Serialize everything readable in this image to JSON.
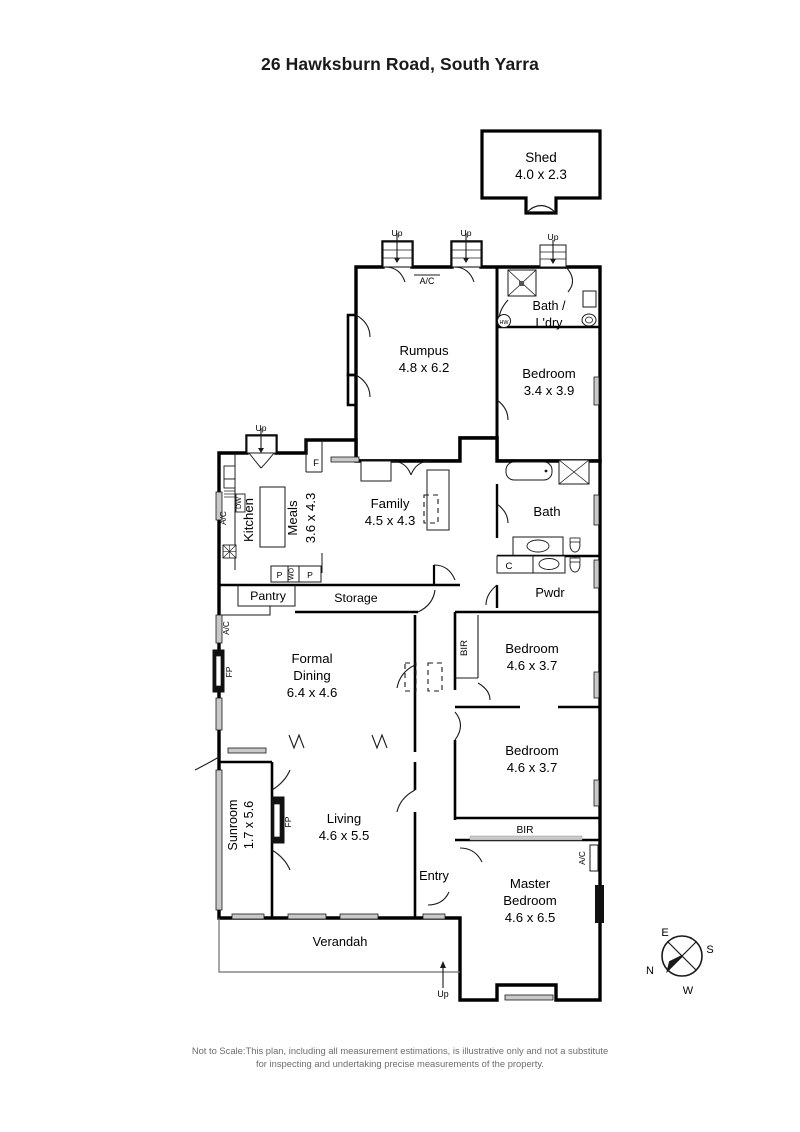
{
  "title": "26 Hawksburn Road, South Yarra",
  "footer": {
    "line1": "Not to Scale:This plan, including all measurement estimations, is illustrative only and not a substitute",
    "line2": "for inspecting and undertaking precise measurements of the property."
  },
  "rooms": [
    {
      "key": "shed",
      "name": "Shed",
      "dims": "4.0 x 2.3",
      "orientation": "horizontal"
    },
    {
      "key": "rumpus",
      "name": "Rumpus",
      "dims": "4.8 x 6.2",
      "orientation": "horizontal"
    },
    {
      "key": "bath_ldry",
      "name_line1": "Bath /",
      "name_line2": "L'dry",
      "dims": "",
      "orientation": "horizontal"
    },
    {
      "key": "bedroom_rear",
      "name": "Bedroom",
      "dims": "3.4 x 3.9",
      "orientation": "horizontal"
    },
    {
      "key": "bath",
      "name": "Bath",
      "dims": "",
      "orientation": "horizontal"
    },
    {
      "key": "pwdr",
      "name": "Pwdr",
      "dims": "",
      "orientation": "horizontal"
    },
    {
      "key": "kitchen",
      "name": "Kitchen",
      "dims": "",
      "orientation": "vertical"
    },
    {
      "key": "meals",
      "name": "Meals",
      "dims": "3.6 x 4.3",
      "orientation": "vertical"
    },
    {
      "key": "family",
      "name": "Family",
      "dims": "4.5 x 4.3",
      "orientation": "horizontal"
    },
    {
      "key": "pantry",
      "name": "Pantry",
      "dims": "",
      "orientation": "horizontal"
    },
    {
      "key": "storage",
      "name": "Storage",
      "dims": "",
      "orientation": "horizontal"
    },
    {
      "key": "formal_dining",
      "name_line1": "Formal",
      "name_line2": "Dining",
      "dims": "6.4 x 4.6",
      "orientation": "horizontal"
    },
    {
      "key": "bedroom_mid1",
      "name": "Bedroom",
      "dims": "4.6 x 3.7",
      "orientation": "horizontal"
    },
    {
      "key": "bedroom_mid2",
      "name": "Bedroom",
      "dims": "4.6 x 3.7",
      "orientation": "horizontal"
    },
    {
      "key": "sunroom",
      "name": "Sunroom",
      "dims": "1.7 x 5.6",
      "orientation": "vertical"
    },
    {
      "key": "living",
      "name": "Living",
      "dims": "4.6 x 5.5",
      "orientation": "horizontal"
    },
    {
      "key": "entry",
      "name": "Entry",
      "dims": "",
      "orientation": "horizontal"
    },
    {
      "key": "master",
      "name_line1": "Master",
      "name_line2": "Bedroom",
      "dims": "4.6 x 6.5",
      "orientation": "horizontal"
    },
    {
      "key": "verandah",
      "name": "Verandah",
      "dims": "",
      "orientation": "horizontal"
    }
  ],
  "annotations": {
    "up_rumpus_left": "Up",
    "up_rumpus_right": "Up",
    "up_bath_ldry": "Up",
    "up_kitchen": "Up",
    "up_verandah": "Up",
    "ac_rumpus": "A/C",
    "ac_kitchen": "A/C",
    "ac_dining": "A/C",
    "ac_master": "A/C",
    "fp_dining": "FP",
    "fp_living": "FP",
    "bir_bedroom_mid1": "BIR",
    "bir_bedroom_mid2": "BIR",
    "fridge": "F",
    "dishwasher": "DW",
    "wall_oven": "WO",
    "pantry_cupboard_left": "P",
    "pantry_cupboard_right": "P",
    "hot_water": "HW",
    "cupboard_pwdr": "C"
  },
  "compass": {
    "north": "N",
    "east": "E",
    "south": "S",
    "west": "W"
  },
  "colors": {
    "wall": "#000000",
    "thin_line": "#1a1a1a",
    "text": "#1a1a1a",
    "footer_text": "#6d6d6d",
    "window_fill": "#c9c9c9",
    "background": "#ffffff"
  }
}
